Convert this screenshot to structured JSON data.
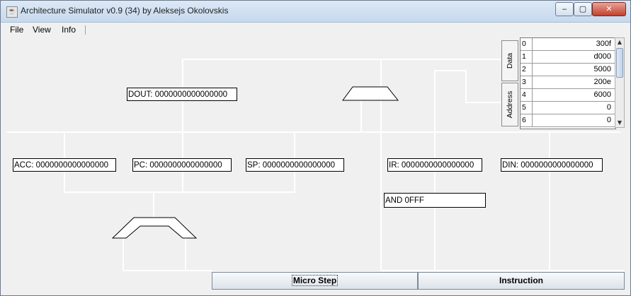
{
  "window": {
    "title": "Architecture Simulator v0.9 (34) by Aleksejs Okolovskis",
    "icon": "java-cup-icon",
    "controls": {
      "minimize": "‒",
      "maximize": "▢",
      "close": "✕"
    }
  },
  "menu": {
    "items": [
      "File",
      "View",
      "Info"
    ]
  },
  "registers": {
    "dout": "DOUT: 0000000000000000",
    "acc": "ACC: 0000000000000000",
    "pc": "PC: 0000000000000000",
    "sp": "SP: 0000000000000000",
    "ir": "IR: 0000000000000000",
    "din": "DIN: 0000000000000000",
    "decoded": "AND 0FFF"
  },
  "memory": {
    "tabs": [
      "Data",
      "Address"
    ],
    "rows": [
      {
        "index": "0",
        "value": "300f"
      },
      {
        "index": "1",
        "value": "d000"
      },
      {
        "index": "2",
        "value": "5000"
      },
      {
        "index": "3",
        "value": "200e"
      },
      {
        "index": "4",
        "value": "6000"
      },
      {
        "index": "5",
        "value": "0"
      },
      {
        "index": "6",
        "value": "0"
      }
    ]
  },
  "buttons": {
    "micro_step": "Micro Step",
    "instruction": "Instruction"
  }
}
